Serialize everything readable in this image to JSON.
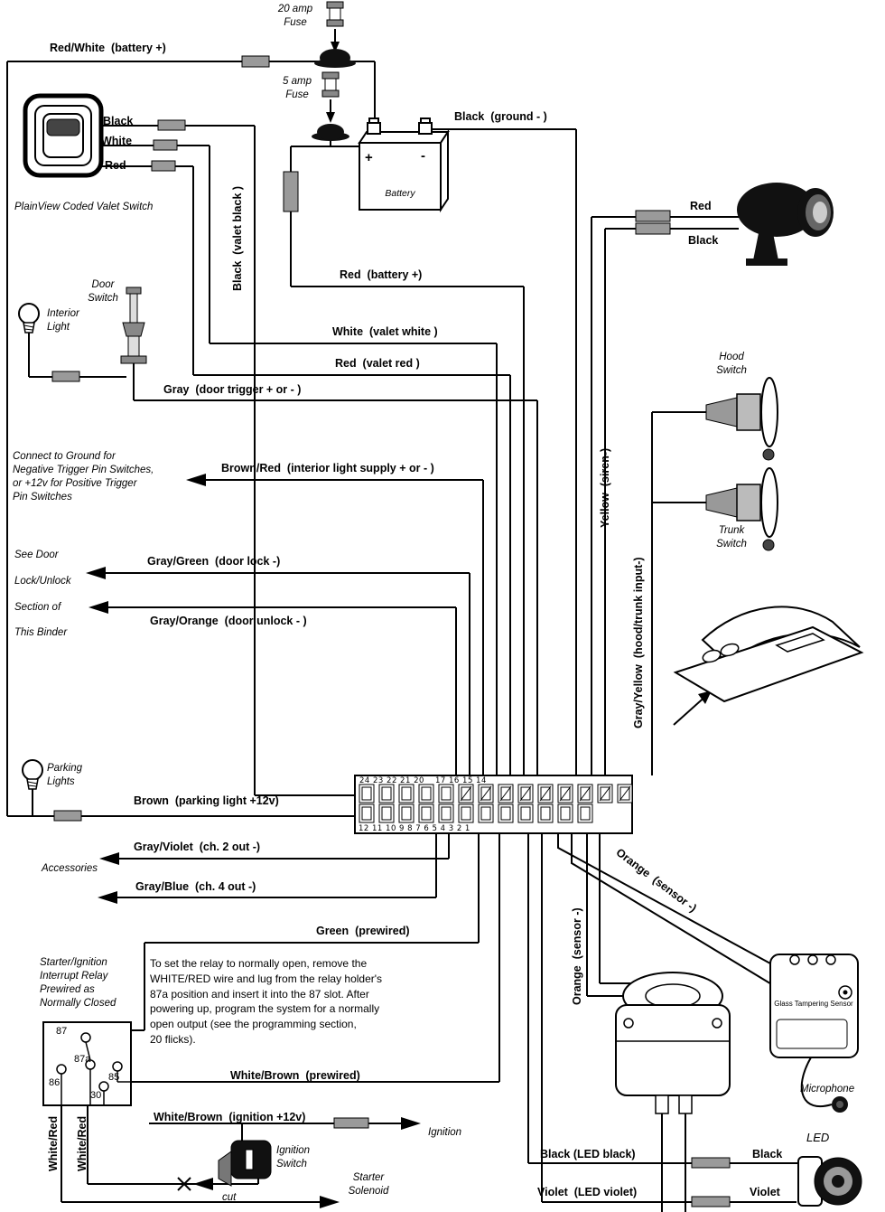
{
  "wire_labels": {
    "red_white_battery": "Red/White  (battery +)",
    "black_ground": "Black  (ground - )",
    "valet_black": "Black",
    "valet_white": "White",
    "valet_red": "Red",
    "black_valet_black": "Black  (valet black )",
    "siren_red": "Red",
    "siren_black": "Black",
    "red_battery": "Red  (battery +)",
    "white_valet": "White  (valet white )",
    "red_valet": "Red  (valet red )",
    "gray_door_trigger": "Gray  (door trigger + or - )",
    "brown_red_interior": "Brown/Red  (interior light supply + or - )",
    "gray_green_lock": "Gray/Green  (door lock -)",
    "gray_orange_unlock": "Gray/Orange  (door unlock - )",
    "yellow_siren": "Yellow  (siren-)",
    "gray_yellow_hood_trunk": "Gray/Yellow  (hood/trunk input-)",
    "brown_parking": "Brown  (parking light +12v)",
    "gray_violet_ch2": "Gray/Violet  (ch. 2 out -)",
    "gray_blue_ch4": "Gray/Blue  (ch. 4 out -)",
    "green_prewired": "Green  (prewired)",
    "orange_sensor_1": "Orange  (sensor -)",
    "orange_sensor_2": "Orange  (sensor -)",
    "white_brown_prewired": "White/Brown  (prewired)",
    "white_red_1": "White/Red",
    "white_red_2": "White/Red",
    "white_brown_ignition": "White/Brown  (ignition +12v)",
    "black_led": "Black (LED black)",
    "black_led_short": "Black",
    "violet_led": "Violet  (LED violet)",
    "violet_led_short": "Violet"
  },
  "components": {
    "fuse_20": "20 amp\nFuse",
    "fuse_5": "5 amp\nFuse",
    "valet_switch_caption": "PlainView Coded Valet Switch",
    "battery": "Battery",
    "battery_plus": "+",
    "battery_minus": "-",
    "door_switch": "Door\nSwitch",
    "interior_light": "Interior\nLight",
    "hood_switch": "Hood\nSwitch",
    "trunk_switch": "Trunk\nSwitch",
    "parking_lights": "Parking\nLights",
    "accessories": "Accessories",
    "ignition_switch": "Ignition\nSwitch",
    "ignition": "Ignition",
    "cut": "cut",
    "starter_solenoid": "Starter\nSolenoid",
    "glass_sensor": "Glass Tampering Sensor",
    "microphone": "Microphone",
    "led": "LED"
  },
  "notes": {
    "trigger_note": "Connect to Ground for\nNegative Trigger Pin Switches,\nor +12v for Positive Trigger\nPin Switches",
    "binder_note": "See Door\nLock/Unlock\nSection of\nThis Binder",
    "relay_label": "Starter/Ignition\nInterrupt Relay\nPrewired as\nNormally Closed",
    "relay_instructions": "To set the relay to normally open, remove the\nWHITE/RED wire and lug from the relay holder's\n87a position and insert it into the 87 slot. After\npowering up, program the system for a normally\nopen output (see the programming section,\n20 flicks)."
  },
  "connector": {
    "top_numbers_left": "24 23 22 21 20",
    "top_numbers_mid": "17 16 15 14",
    "bottom_numbers": "12 11 10 9 8 7 6 5 4 3 2 1"
  },
  "relay_pins": {
    "p87": "87",
    "p87a": "87a",
    "p86": "86",
    "p85": "85",
    "p30": "30"
  }
}
